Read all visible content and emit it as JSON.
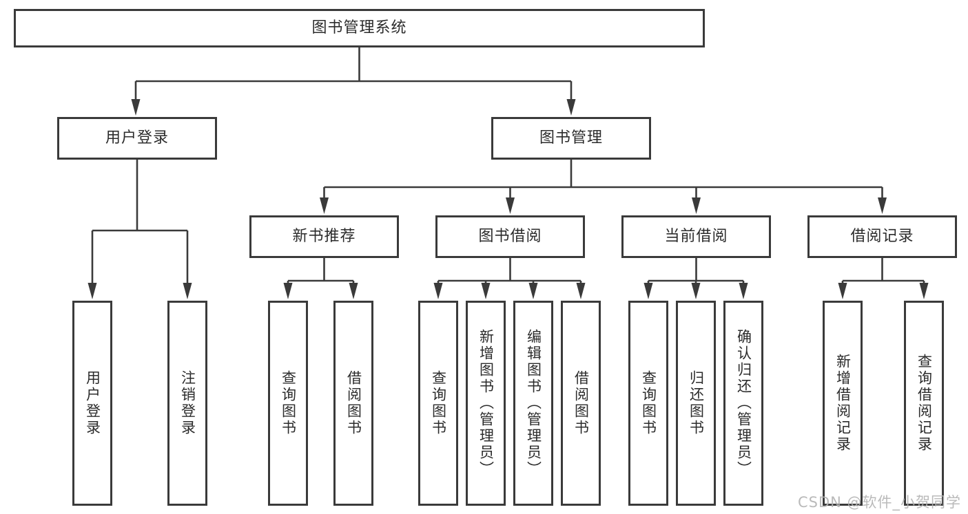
{
  "tree": {
    "root": {
      "label": "图书管理系统",
      "children": [
        {
          "label": "用户登录",
          "children": [
            {
              "label": "用户登录"
            },
            {
              "label": "注销登录"
            }
          ]
        },
        {
          "label": "图书管理",
          "children": [
            {
              "label": "新书推荐",
              "children": [
                {
                  "label": "查询图书"
                },
                {
                  "label": "借阅图书"
                }
              ]
            },
            {
              "label": "图书借阅",
              "children": [
                {
                  "label": "查询图书"
                },
                {
                  "label": "新增图书（管理员）"
                },
                {
                  "label": "编辑图书（管理员）"
                },
                {
                  "label": "借阅图书"
                }
              ]
            },
            {
              "label": "当前借阅",
              "children": [
                {
                  "label": "查询图书"
                },
                {
                  "label": "归还图书"
                },
                {
                  "label": "确认归还（管理员）"
                }
              ]
            },
            {
              "label": "借阅记录",
              "children": [
                {
                  "label": "新增借阅记录"
                },
                {
                  "label": "查询借阅记录"
                }
              ]
            }
          ]
        }
      ]
    }
  },
  "watermark": {
    "text": "CSDN @软件_小贺同学"
  },
  "colors": {
    "line": "#3a3a3a",
    "box_border": "#3a3a3a",
    "text": "#2b2b2b",
    "watermark": "#b3b3b3",
    "background": "#ffffff"
  }
}
